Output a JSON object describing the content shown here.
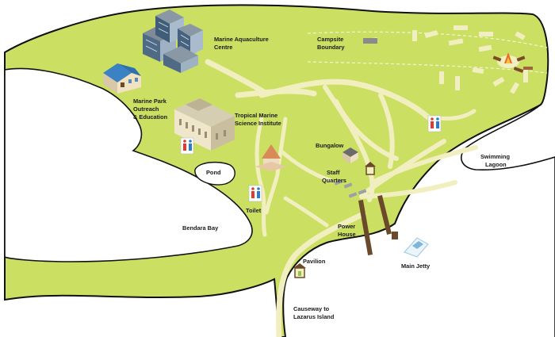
{
  "colors": {
    "land": "#cbdf62",
    "coast": "#111111",
    "path": "#f1efbf",
    "building_grey": "#8f9aa5",
    "jetty": "#6b4a2b",
    "water": "#ffffff"
  },
  "labels": {
    "marine_aquaculture": [
      "Marine Aquaculture",
      "Centre"
    ],
    "campsite": [
      "Campsite",
      "Boundary"
    ],
    "marine_park": [
      "Marine Park",
      "Outreach",
      "& Education"
    ],
    "tropical_marine": [
      "Tropical Marine",
      "Science Institute"
    ],
    "bungalow": "Bungalow",
    "pond": "Pond",
    "staff_quarters": [
      "Staff",
      "Quarters"
    ],
    "swimming_lagoon": [
      "Swimming",
      "Lagoon"
    ],
    "toilet": "Toilet",
    "bendara_bay": "Bendara Bay",
    "power_house": [
      "Power",
      "House"
    ],
    "main_jetty": "Main Jetty",
    "pavilion": "Pavilion",
    "causeway": [
      "Causeway to",
      "Lazarus Island"
    ]
  },
  "icons": [
    "building-cluster-icon",
    "house-icon",
    "institute-building-icon",
    "campfire-icon",
    "toilet-sign-icon",
    "gazebo-icon",
    "boat-icon",
    "bungalow-icon"
  ]
}
